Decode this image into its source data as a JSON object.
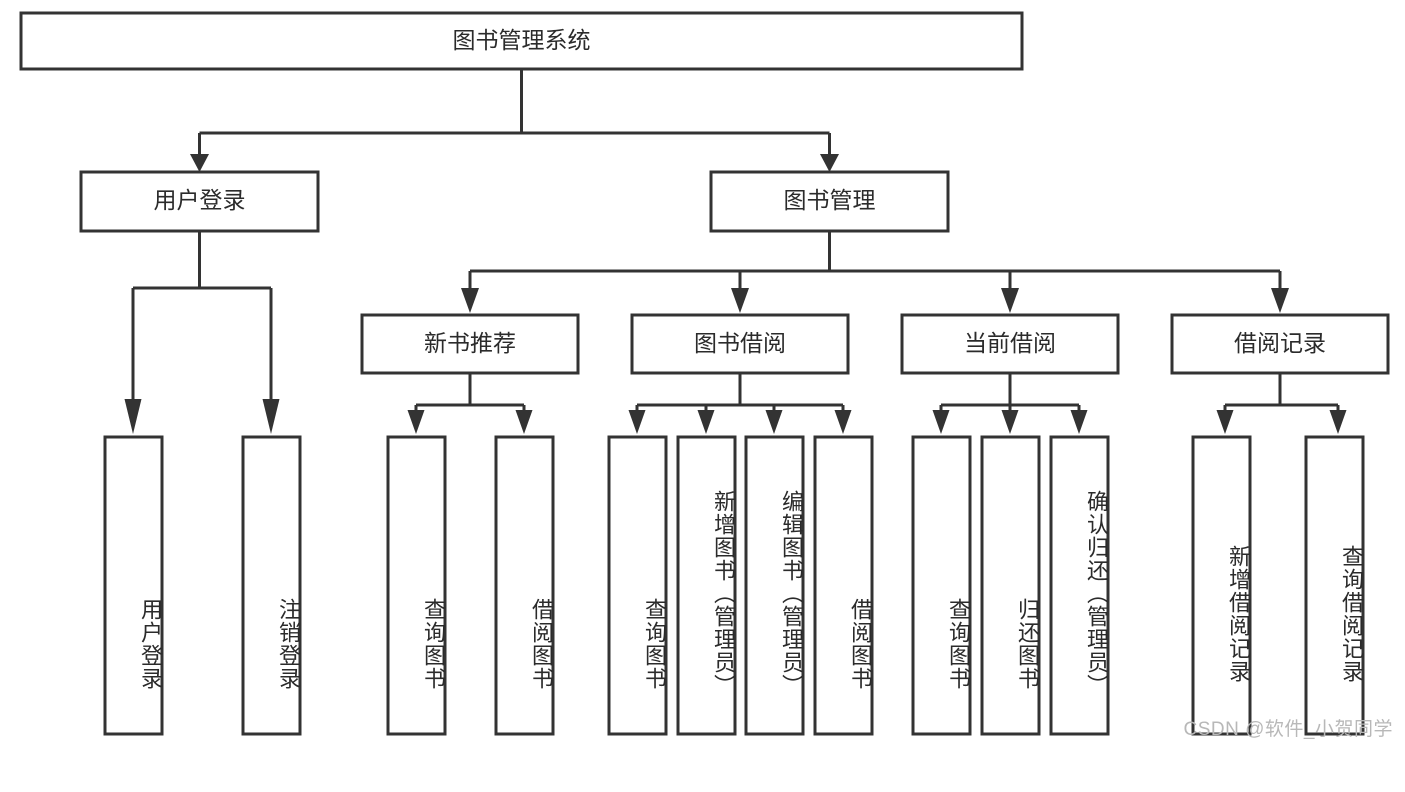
{
  "diagram": {
    "title": "图书管理系统",
    "type": "tree",
    "orientation": "top-down",
    "colors": {
      "stroke": "#333333",
      "fill": "#ffffff",
      "text": "#2b2b2b",
      "watermark": "#b8b8b8"
    },
    "root": {
      "label": "图书管理系统"
    },
    "level2": [
      {
        "label": "用户登录"
      },
      {
        "label": "图书管理"
      }
    ],
    "level3": [
      {
        "label": "新书推荐"
      },
      {
        "label": "图书借阅"
      },
      {
        "label": "当前借阅"
      },
      {
        "label": "借阅记录"
      }
    ],
    "leaves": [
      {
        "label": "用户登录",
        "parent": "用户登录"
      },
      {
        "label": "注销登录",
        "parent": "用户登录"
      },
      {
        "label": "查询图书",
        "parent": "新书推荐"
      },
      {
        "label": "借阅图书",
        "parent": "新书推荐"
      },
      {
        "label": "查询图书",
        "parent": "图书借阅"
      },
      {
        "label": "新增图书（管理员）",
        "parent": "图书借阅"
      },
      {
        "label": "编辑图书（管理员）",
        "parent": "图书借阅"
      },
      {
        "label": "借阅图书",
        "parent": "图书借阅"
      },
      {
        "label": "查询图书",
        "parent": "当前借阅"
      },
      {
        "label": "归还图书",
        "parent": "当前借阅"
      },
      {
        "label": "确认归还（管理员）",
        "parent": "当前借阅"
      },
      {
        "label": "新增借阅记录",
        "parent": "借阅记录"
      },
      {
        "label": "查询借阅记录",
        "parent": "借阅记录"
      }
    ]
  },
  "watermark": {
    "text": "CSDN @软件_小贺同学"
  }
}
